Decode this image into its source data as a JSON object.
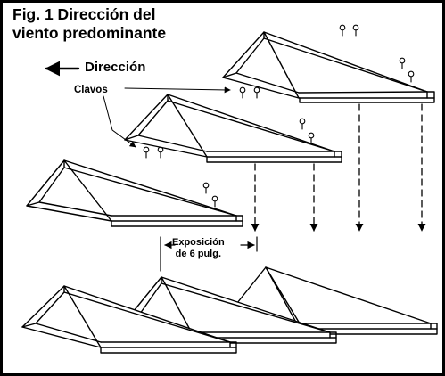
{
  "figure": {
    "title_line1": "Fig. 1 Dirección del",
    "title_line2": "viento predominante",
    "direction_label": "Dirección",
    "nails_label": "Clavos",
    "exposure_line1": "Exposición",
    "exposure_line2": "de 6 pulg."
  }
}
